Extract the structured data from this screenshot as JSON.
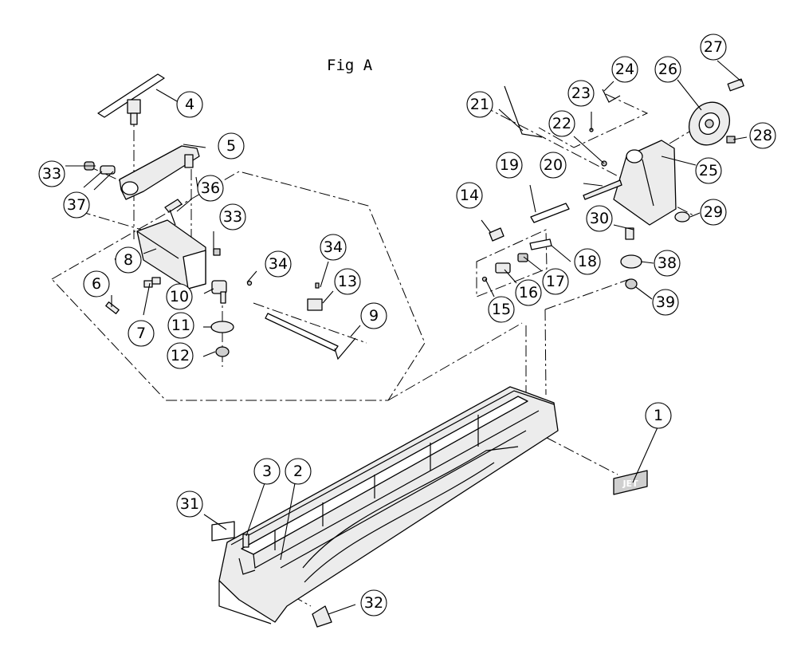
{
  "figure": {
    "title": "Fig A"
  },
  "callouts": [
    {
      "label": "1"
    },
    {
      "label": "2"
    },
    {
      "label": "3"
    },
    {
      "label": "4"
    },
    {
      "label": "5"
    },
    {
      "label": "6"
    },
    {
      "label": "7"
    },
    {
      "label": "8"
    },
    {
      "label": "9"
    },
    {
      "label": "10"
    },
    {
      "label": "11"
    },
    {
      "label": "12"
    },
    {
      "label": "13"
    },
    {
      "label": "14"
    },
    {
      "label": "15"
    },
    {
      "label": "16"
    },
    {
      "label": "17"
    },
    {
      "label": "18"
    },
    {
      "label": "19"
    },
    {
      "label": "20"
    },
    {
      "label": "21"
    },
    {
      "label": "22"
    },
    {
      "label": "23"
    },
    {
      "label": "24"
    },
    {
      "label": "25"
    },
    {
      "label": "26"
    },
    {
      "label": "27"
    },
    {
      "label": "28"
    },
    {
      "label": "29"
    },
    {
      "label": "30"
    },
    {
      "label": "31"
    },
    {
      "label": "32"
    },
    {
      "label": "33"
    },
    {
      "label": "33"
    },
    {
      "label": "34"
    },
    {
      "label": "34"
    },
    {
      "label": "36"
    },
    {
      "label": "37"
    },
    {
      "label": "38"
    },
    {
      "label": "39"
    }
  ],
  "badge": {
    "logo_text": "JET"
  }
}
